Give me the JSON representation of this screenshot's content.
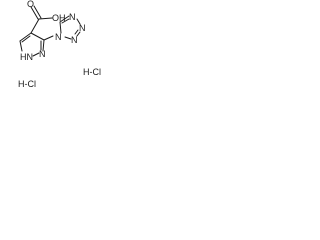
{
  "molecule": {
    "atom_labels": {
      "oh": "OH",
      "o": "O",
      "hn": "HN",
      "n_pyrazole": "N",
      "n_tz1": "N",
      "n_tz2": "N",
      "n_tz3": "N",
      "n_tz4": "N"
    },
    "salt_labels": {
      "hcl_1": "H-Cl",
      "hcl_2": "H-Cl"
    }
  }
}
